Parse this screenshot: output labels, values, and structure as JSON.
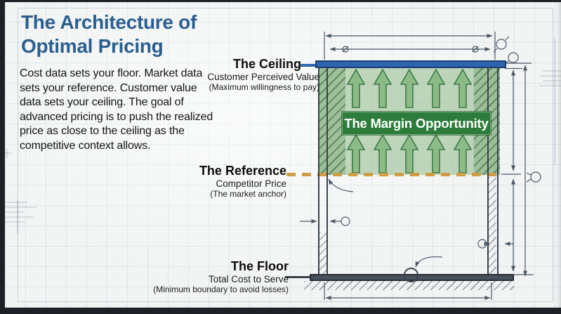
{
  "title": {
    "line1": "The Architecture of",
    "line2": "Optimal Pricing"
  },
  "intro": "Cost data sets your floor. Market data sets your reference. Customer value data sets your ceiling. The goal of advanced pricing is to push the realized price as close to the ceiling as the competitive context allows.",
  "levels": {
    "ceiling": {
      "name": "The Ceiling",
      "sub": "Customer Perceived Value",
      "note": "(Maximum willingness to pay)"
    },
    "reference": {
      "name": "The Reference",
      "sub": "Competitor Price",
      "note": "(The market anchor)"
    },
    "floor": {
      "name": "The Floor",
      "sub": "Total Cost to Serve",
      "note": "(Minimum boundary to avoid losses)"
    }
  },
  "margin": {
    "label": "The Margin Opportunity",
    "arrow_rows": 2,
    "arrows_per_row": 5
  },
  "colors": {
    "title_blue": "#2b5e8e",
    "ceiling_bar_blue": "#2f64ae",
    "margin_green_fill": "#9cc496",
    "margin_badge_green": "#2d7c3b",
    "arrow_green": "#8cbb88",
    "arrow_outline_green": "#3e7a45",
    "reference_tan": "#cf9d45",
    "floor_slate": "#49525c",
    "drawing_line": "#4b5866",
    "paper": "#f2f4f4"
  }
}
